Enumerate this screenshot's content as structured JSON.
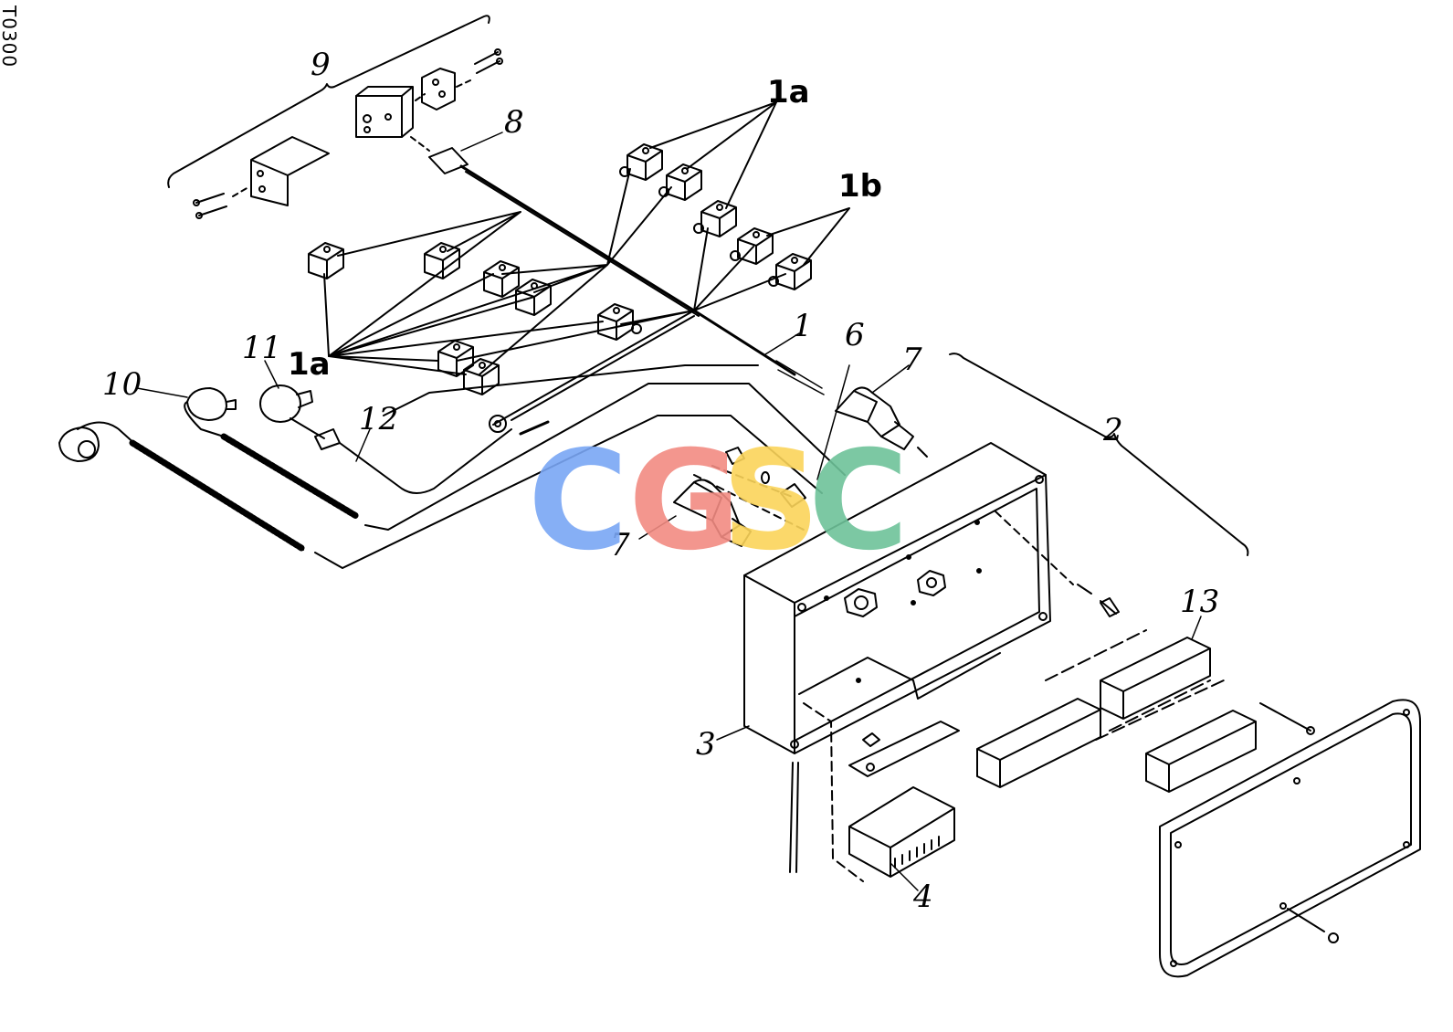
{
  "document_code": "T0300",
  "watermark": {
    "letters": [
      "C",
      "G",
      "S",
      "C"
    ],
    "colors": [
      "#7aa7f5",
      "#f28b82",
      "#fbd45a",
      "#6ec39a"
    ]
  },
  "callouts": {
    "c1": "1",
    "c1a_top": "1a",
    "c1a_left": "1a",
    "c1b": "1b",
    "c2": "2",
    "c3": "3",
    "c4": "4",
    "c6": "6",
    "c7_top": "7",
    "c7_mid": "7",
    "c8": "8",
    "c9": "9",
    "c10": "10",
    "c11": "11",
    "c12": "12",
    "c13": "13"
  }
}
